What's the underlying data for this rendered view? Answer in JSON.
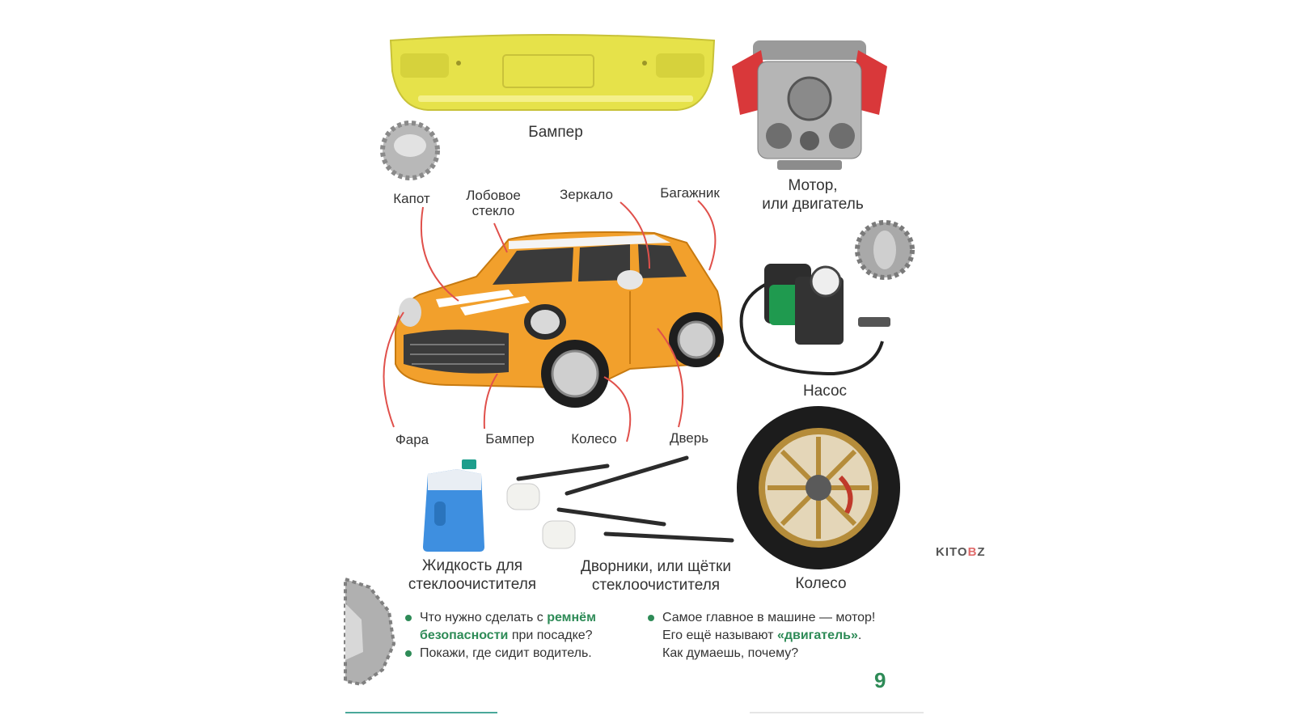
{
  "labels": {
    "bumper_top": "Бампер",
    "motor_line1": "Мотор,",
    "motor_line2": "или двигатель",
    "hood": "Капот",
    "windshield_line1": "Лобовое",
    "windshield_line2": "стекло",
    "mirror": "Зеркало",
    "trunk": "Багажник",
    "headlight": "Фара",
    "bumper_car": "Бампер",
    "wheel_car": "Колесо",
    "door": "Дверь",
    "pump": "Насос",
    "fluid_line1": "Жидкость для",
    "fluid_line2": "стеклоочистителя",
    "wipers_line1": "Дворники, или щётки",
    "wipers_line2": "стеклоочистителя",
    "wheel_big": "Колесо"
  },
  "questions": {
    "q1_a": "Что нужно сделать с ",
    "q1_hl1": "ремнём",
    "q1_hl2": "безопасности",
    "q1_b": " при посадке?",
    "q2": "Покажи, где сидит водитель.",
    "q3_a": "Самое главное в машине — мотор!",
    "q3_b": "Его ещё называют ",
    "q3_hl": "«двигатель»",
    "q3_c": ".",
    "q3_d": "Как думаешь, почему?"
  },
  "page_number": "9",
  "watermark": {
    "left": "KITO",
    "mid": "B",
    "right": "Z"
  },
  "icons": [
    "bumper-image",
    "engine-image",
    "gear-image",
    "car-image",
    "pump-image",
    "wheel-image",
    "fluid-bottle-image",
    "wiper-image"
  ],
  "colors": {
    "accent_green": "#2e8b57",
    "pointer_red": "#e0504b",
    "bumper_yellow": "#e6e24a",
    "car_orange": "#f2a02c"
  }
}
